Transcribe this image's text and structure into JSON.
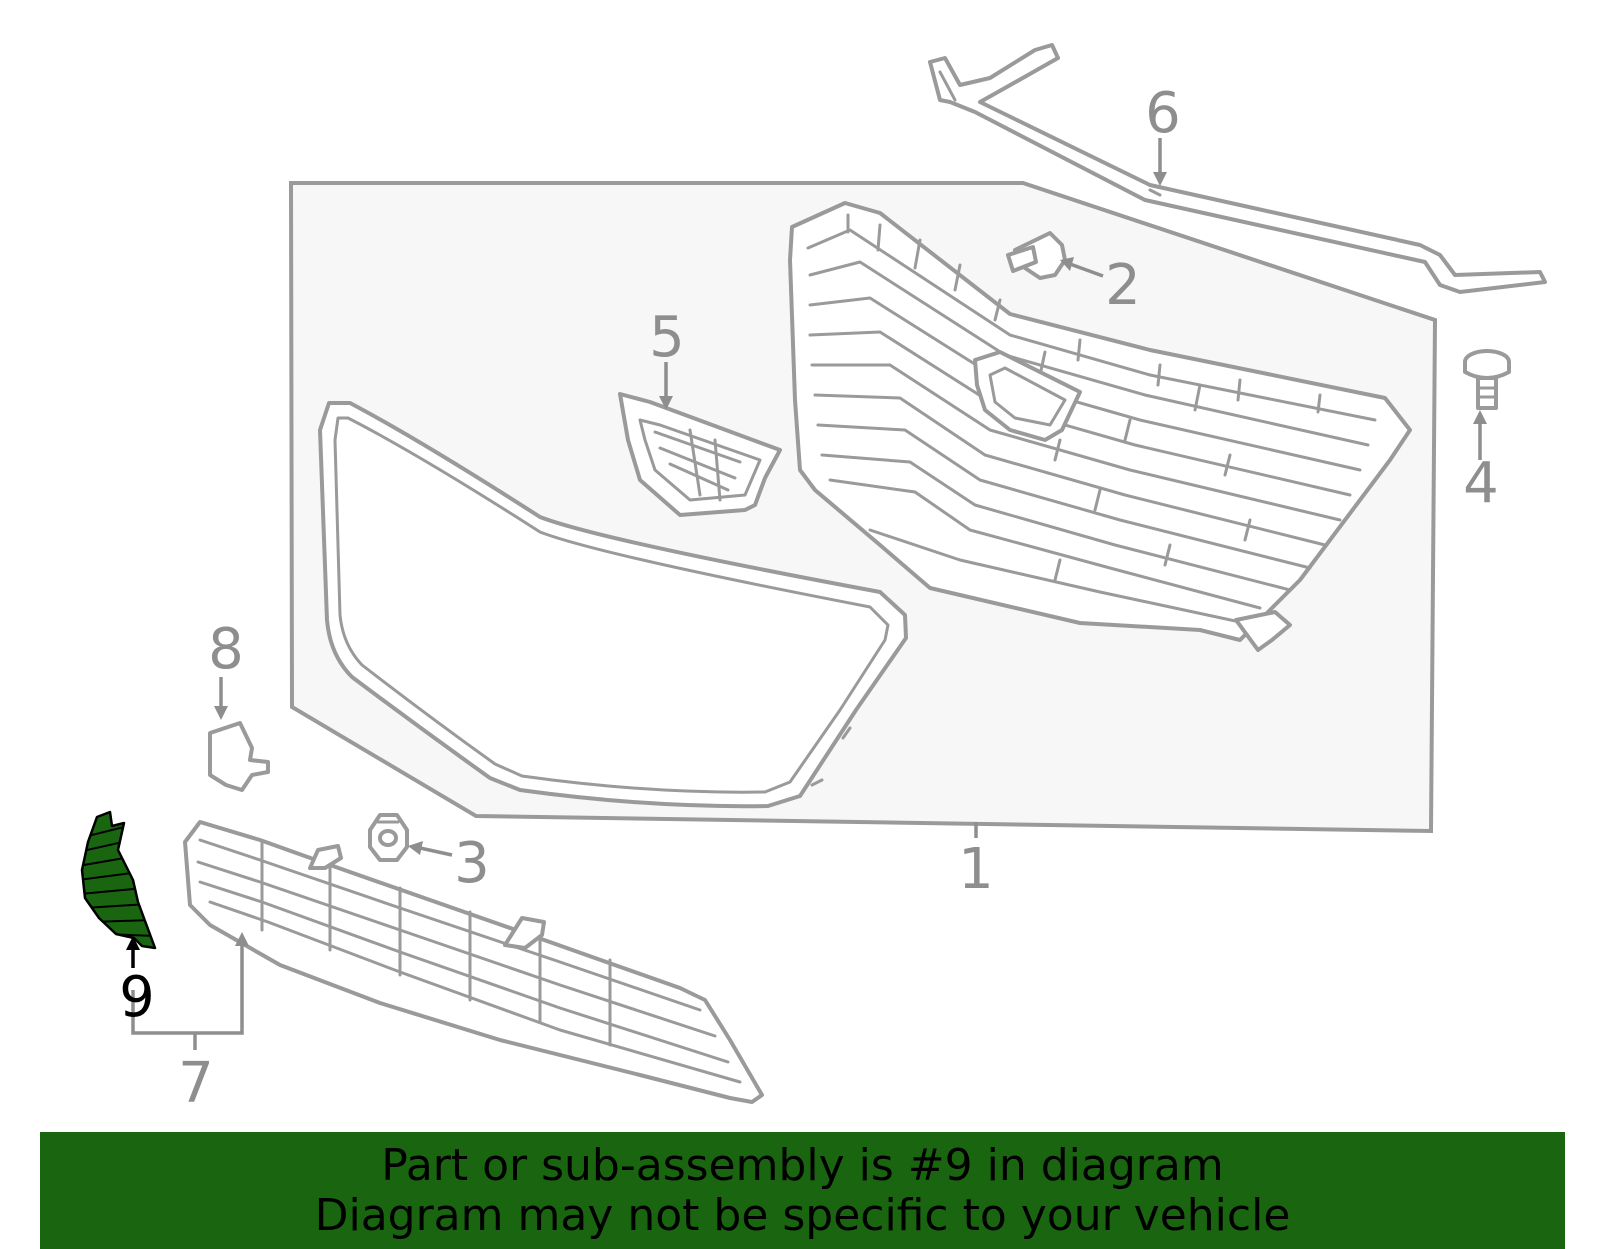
{
  "banner": {
    "line1": "Part or sub-assembly is #9 in diagram",
    "line2": "Diagram may not be specific to your vehicle"
  },
  "callouts": [
    "1",
    "2",
    "3",
    "4",
    "5",
    "6",
    "7",
    "8",
    "9"
  ],
  "selected_part": "9",
  "colors": {
    "line": "#9a9a9a",
    "label": "#8e8e8e",
    "highlight": "#1a6610",
    "banner": "#1a6610",
    "panel": "#f7f7f7"
  }
}
